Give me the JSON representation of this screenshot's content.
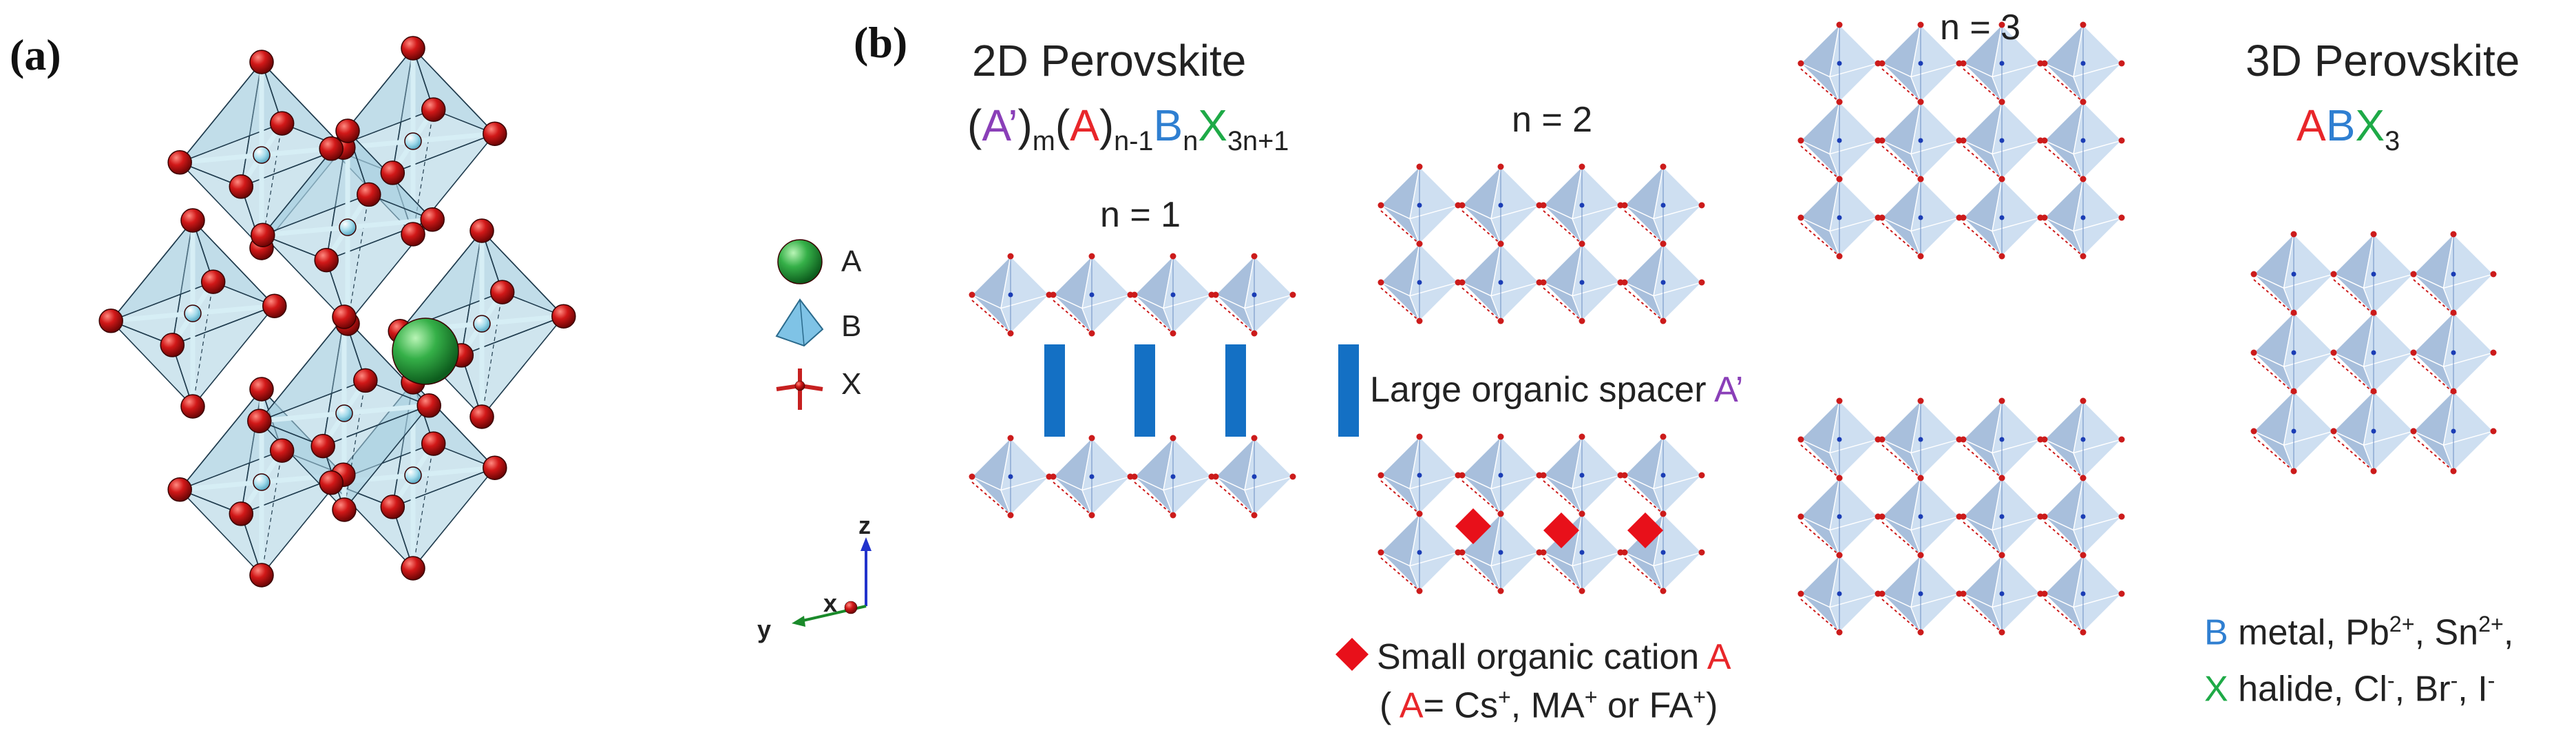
{
  "panel_a": {
    "label": "(a)",
    "legend": [
      {
        "symbol": "sphere-green",
        "text": "A"
      },
      {
        "symbol": "octahedron-blue",
        "text": "B"
      },
      {
        "symbol": "bonds-red",
        "text": "X"
      }
    ],
    "axes": {
      "z": "z",
      "x": "x",
      "y": "y"
    }
  },
  "panel_b": {
    "label": "(b)",
    "title_2d": "2D Perovskite",
    "formula_2d": {
      "p1": "(",
      "Ap": "A’",
      "p2": ")",
      "s1": "m",
      "p3": "(",
      "A": "A",
      "p4": ")",
      "s2": "n-1",
      "B": "B",
      "s3": "n",
      "X": "X",
      "s4": "3n+1"
    },
    "n1": "n = 1",
    "n2": "n = 2",
    "n3": "n = 3",
    "spacer_label": "Large organic spacer ",
    "spacer_symbol": "A’",
    "cation_line1_prefix": "Small organic cation ",
    "cation_line1_A": "A",
    "cation_line2": {
      "open": "( ",
      "A": "A",
      "eq": "= Cs",
      "sup1": "+",
      "mid1": ", MA",
      "sup2": "+",
      "mid2": " or FA",
      "sup3": "+",
      "close": ")"
    },
    "title_3d": "3D Perovskite",
    "formula_3d": {
      "A": "A",
      "B": "B",
      "X": "X",
      "sub": "3"
    },
    "legend_b": {
      "B": "B",
      "text": " metal, Pb",
      "sup1": "2+",
      "mid": ", Sn",
      "sup2": "2+",
      "end": ","
    },
    "legend_x": {
      "X": "X",
      "text": " halide, Cl",
      "sup1": "-",
      "mid1": ", Br",
      "sup2": "-",
      "mid2": ", I",
      "sup3": "-"
    }
  },
  "colors": {
    "octahedron_fill": "#a7cfe0",
    "octahedron_edge": "#1f3b4d",
    "oxygen_red": "#cc1b1b",
    "a_site_green": "#2da44e",
    "spacer_blue": "#1470c4",
    "cation_red": "#e8101a"
  }
}
